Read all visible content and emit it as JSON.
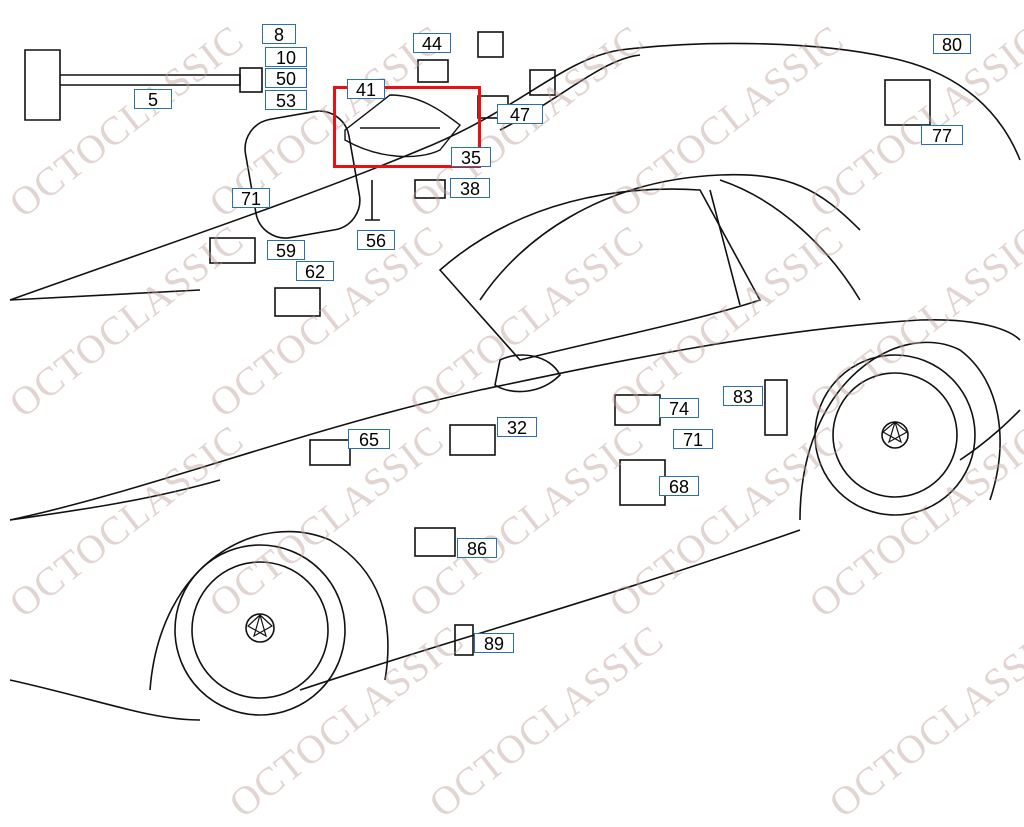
{
  "watermark": "OCTOCLASSIC",
  "highlight_color": "#e81010",
  "label_border_color": "#2a6fb0",
  "labels": {
    "p8": "8",
    "p10": "10",
    "p50": "50",
    "p53": "53",
    "p5": "5",
    "p41": "41",
    "p44": "44",
    "p47": "47",
    "p35": "35",
    "p38": "38",
    "p56": "56",
    "p71a": "71",
    "p59": "59",
    "p62": "62",
    "p80": "80",
    "p77": "77",
    "p32": "32",
    "p65": "65",
    "p74": "74",
    "p83": "83",
    "p71b": "71",
    "p68": "68",
    "p86": "86",
    "p89": "89"
  },
  "highlighted_part": "35"
}
